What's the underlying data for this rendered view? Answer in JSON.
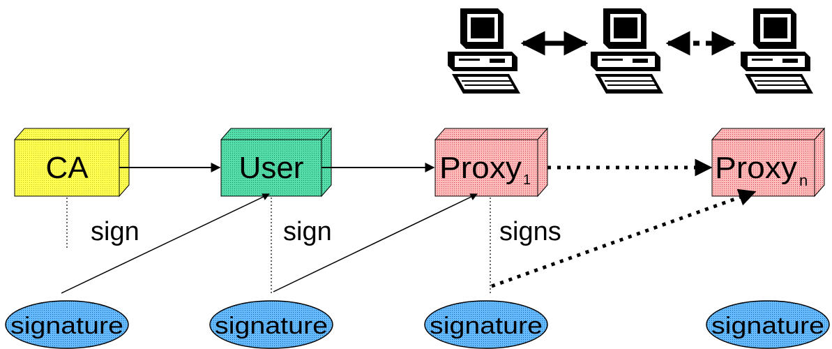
{
  "nodes": [
    {
      "id": "ca",
      "label": "CA",
      "sub": "",
      "color": "#ffff55"
    },
    {
      "id": "user",
      "label": "User",
      "sub": "",
      "color": "#55ddaa"
    },
    {
      "id": "proxy1",
      "label": "Proxy",
      "sub": "1",
      "color": "#ff9999"
    },
    {
      "id": "proxyn",
      "label": "Proxy",
      "sub": "n",
      "color": "#ff9999"
    }
  ],
  "edge_labels": {
    "ca_sign": "sign",
    "user_sign": "sign",
    "proxy_signs": "signs"
  },
  "signatures": [
    {
      "label": "signature"
    },
    {
      "label": "signature"
    },
    {
      "label": "signature"
    },
    {
      "label": "signature"
    }
  ],
  "colors": {
    "signature_fill": "#66bbff",
    "line": "#000000"
  },
  "icons": [
    "computer-icon",
    "double-arrow-icon",
    "computer-icon",
    "dotted-double-arrow-icon",
    "computer-icon"
  ]
}
